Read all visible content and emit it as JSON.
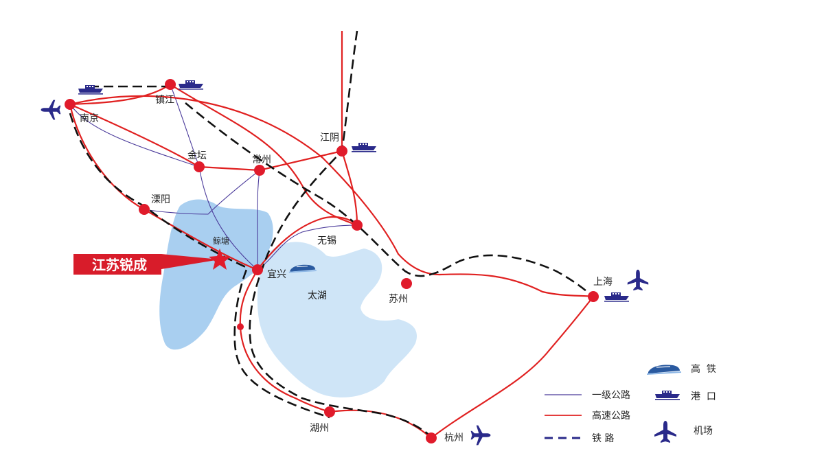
{
  "company": {
    "name": "江苏锐成"
  },
  "colors": {
    "highway": "#e02020",
    "railway": "#111111",
    "road": "#4a3a9a",
    "city": "#e01b2b",
    "lake_west": "#a9cff0",
    "lake_tai": "#cfe5f7",
    "icon": "#2a2a8a",
    "banner": "#d81c2a"
  },
  "cities": [
    {
      "id": "nanjing",
      "name": "南京"
    },
    {
      "id": "zhenjiang",
      "name": "镇江"
    },
    {
      "id": "jiangyin",
      "name": "江阴"
    },
    {
      "id": "jintan",
      "name": "金坛"
    },
    {
      "id": "changzhou",
      "name": "常州"
    },
    {
      "id": "liyang",
      "name": "溧阳"
    },
    {
      "id": "wuxi",
      "name": "无锡"
    },
    {
      "id": "jingtang",
      "name": "鲸塘"
    },
    {
      "id": "yixing",
      "name": "宜兴"
    },
    {
      "id": "suzhou",
      "name": "苏州"
    },
    {
      "id": "shanghai",
      "name": "上海"
    },
    {
      "id": "huzhou",
      "name": "湖州"
    },
    {
      "id": "hangzhou",
      "name": "杭州"
    }
  ],
  "lake": {
    "name": "太湖"
  },
  "legend": {
    "road": "一级公路",
    "highway": "高速公路",
    "railway": "铁 路",
    "high_speed_rail": "高  铁",
    "port": "港  口",
    "airport": "机场"
  }
}
